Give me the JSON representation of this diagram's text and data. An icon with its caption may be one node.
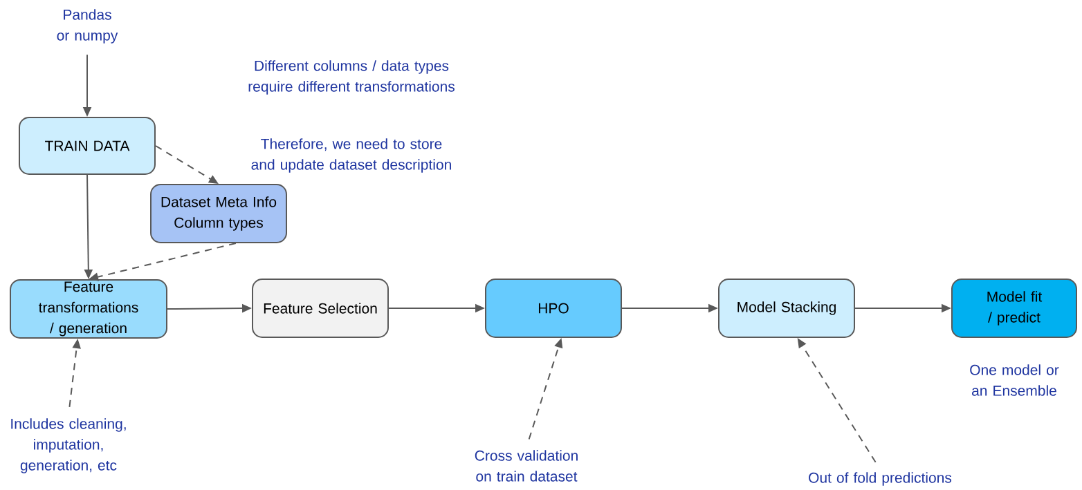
{
  "diagram": {
    "nodes": [
      {
        "text": [
          "Pandas or numpy"
        ]
      },
      {
        "text": [
          "TRAIN DATA"
        ]
      },
      {
        "text": [
          "Dataset Meta Info Column types"
        ]
      },
      {
        "text": [
          "Feature transformations / generation"
        ]
      },
      {
        "text": [
          "Feature Selection"
        ]
      },
      {
        "text": [
          "HPO"
        ]
      },
      {
        "text": [
          "Model Stacking"
        ]
      },
      {
        "text": [
          "Model fit / predict"
        ],
        "beside": [
          "One model or an Ensemble"
        ]
      },
      {
        "text": [
          "Includes cleaning, imputation, generation, etc"
        ]
      },
      {
        "text": [
          "Cross validation on train dataset"
        ]
      },
      {
        "text": [
          "Out of fold predictions"
        ]
      }
    ],
    "edges": [
      {
        "from": 0,
        "to": 1,
        "arrow": "to"
      },
      {
        "from": 1,
        "to": 2,
        "arrow": "to",
        "style": "dashed"
      },
      {
        "from": 1,
        "to": 3,
        "arrow": "to"
      },
      {
        "from": 2,
        "to": 3,
        "arrow": "to",
        "style": "dashed"
      },
      {
        "from": 3,
        "to": 4,
        "arrow": "to"
      },
      {
        "from": 4,
        "to": 5,
        "arrow": "to"
      },
      {
        "from": 5,
        "to": 6,
        "arrow": "to"
      },
      {
        "from": 6,
        "to": 7,
        "arrow": "to"
      },
      {
        "from": 8,
        "to": 3,
        "arrow": "to",
        "style": "dashed"
      },
      {
        "from": 9,
        "to": 5,
        "arrow": "to",
        "style": "dashed"
      },
      {
        "from": 10,
        "to": 6,
        "arrow": "to",
        "style": "dashed"
      }
    ],
    "labels": [
      "Different columns / data types require different transformations",
      "Therefore, we need to store and update dataset description"
    ]
  }
}
